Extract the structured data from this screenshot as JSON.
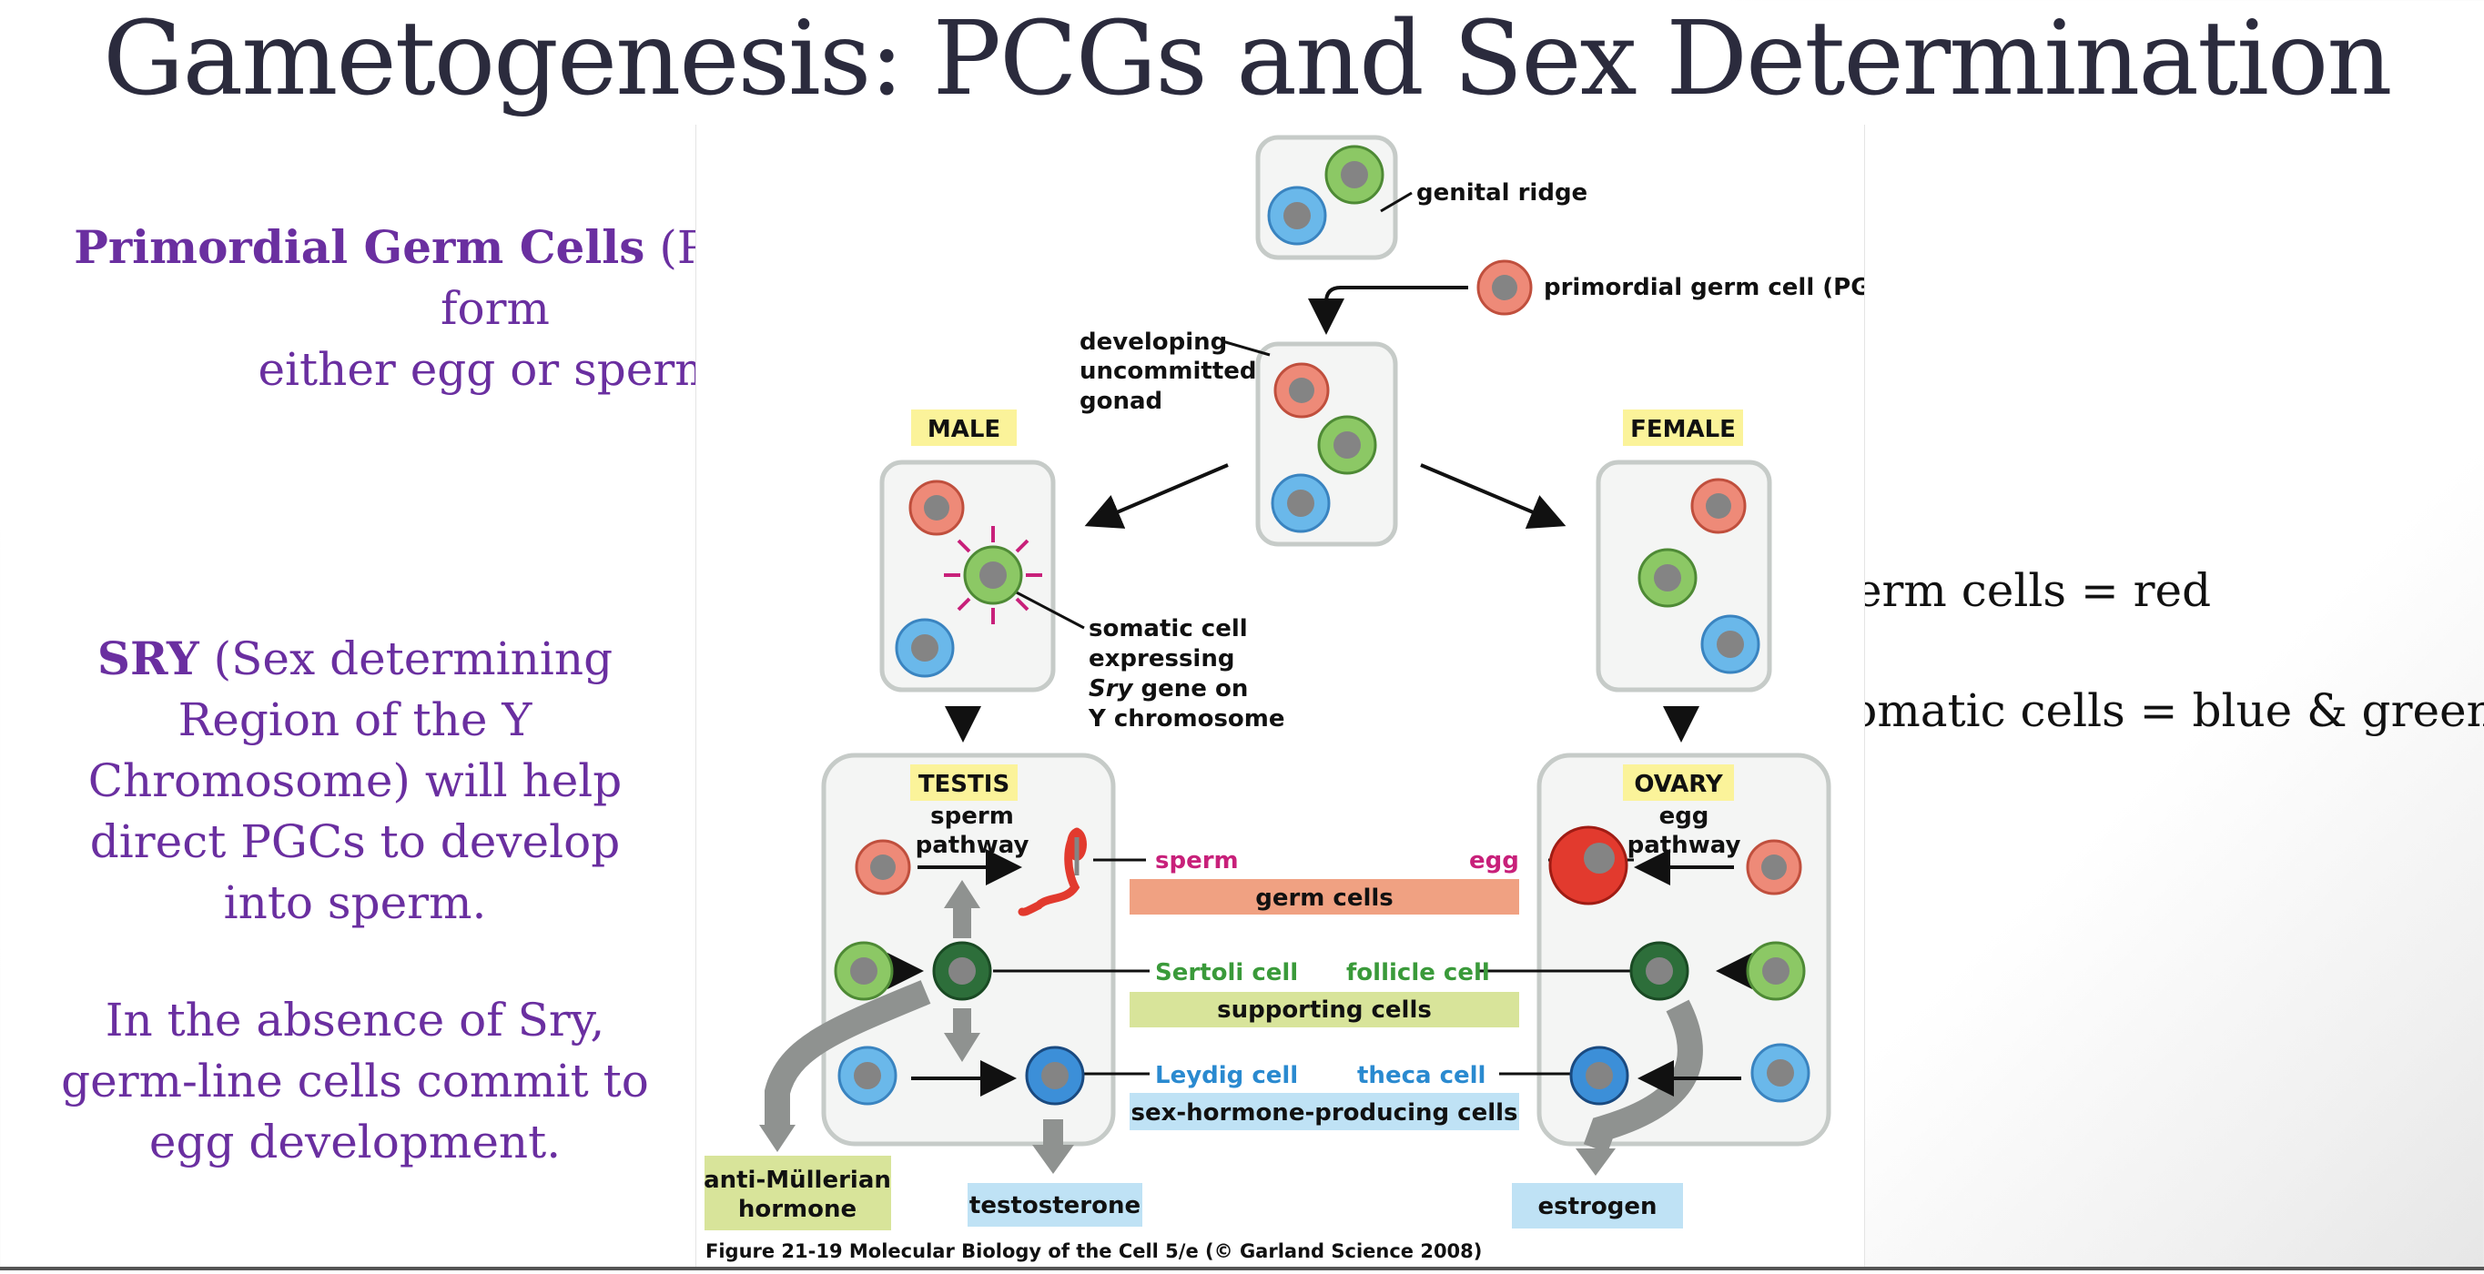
{
  "slide": {
    "title": "Gametogenesis: PCGs and Sex Determination",
    "pgc_bold": "Primordial Germ Cells",
    "pgc_rest": " (PGCs) can form",
    "pgc_line2": "either egg or sperm.",
    "sry_bold": "SRY",
    "sry_rest": " (Sex determining Region of the Y Chromosome) will help direct PGCs to develop into sperm.",
    "absence_text": "In the absence of Sry, germ-line cells commit to egg development.",
    "legend_germ": "Germ cells  = red",
    "legend_somatic": "Somatic cells = blue & green"
  },
  "figure": {
    "genital_ridge": "genital ridge",
    "pgc_label": "primordial germ cell (PGC)",
    "developing_1": "developing",
    "developing_2": "uncommitted",
    "developing_3": "gonad",
    "male": "MALE",
    "female": "FEMALE",
    "somatic_1": "somatic cell",
    "somatic_2": "expressing",
    "somatic_3_italic": "Sry",
    "somatic_3_rest": " gene on",
    "somatic_4": "Y chromosome",
    "testis": "TESTIS",
    "ovary": "OVARY",
    "sperm_pathway_1": "sperm",
    "sperm_pathway_2": "pathway",
    "egg_pathway_1": "egg",
    "egg_pathway_2": "pathway",
    "sperm": "sperm",
    "egg": "egg",
    "germ_cells": "germ cells",
    "sertoli": "Sertoli cell",
    "follicle": "follicle cell",
    "supporting_cells": "supporting cells",
    "leydig": "Leydig cell",
    "theca": "theca cell",
    "hormone_cells": "sex-hormone-producing cells",
    "amh_1": "anti-Müllerian",
    "amh_2": "hormone",
    "testosterone": "testosterone",
    "estrogen": "estrogen",
    "caption_bold": "Figure 21-19  Molecular Biology of the Cell 5/e",
    "caption_rest": " (© Garland Science 2008)"
  },
  "colors": {
    "germ_red": "#ee8a78",
    "green": "#8cc865",
    "blue": "#6ab8ea",
    "dark_green": "#2d6e3a",
    "dark_blue": "#3c8fd8",
    "egg_red": "#e23a2e",
    "yellow_label": "#fbf39a",
    "germ_band": "#f0a182",
    "support_band": "#d8e49a",
    "hormone_band": "#bfe2f5",
    "magenta": "#c8207a",
    "sertoli_green": "#3a9a3a",
    "leydig_blue": "#2a8ad0"
  }
}
